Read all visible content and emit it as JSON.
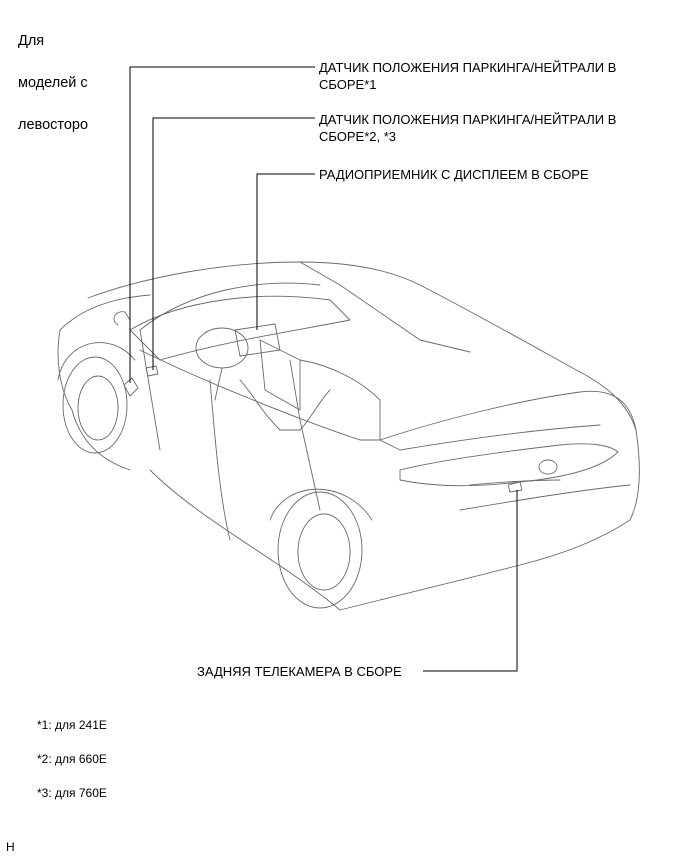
{
  "header": {
    "line1": "Для",
    "line2": "моделей с",
    "line3": "левосторо"
  },
  "callouts": {
    "park_sensor_1": "ДАТЧИК ПОЛОЖЕНИЯ ПАРКИНГА/НЕЙТРАЛИ В\nСБОРЕ*1",
    "park_sensor_2": "ДАТЧИК ПОЛОЖЕНИЯ ПАРКИНГА/НЕЙТРАЛИ В\nСБОРЕ*2, *3",
    "radio": "РАДИОПРИЕМНИК С ДИСПЛЕЕМ В СБОРЕ",
    "rear_camera": "ЗАДНЯЯ ТЕЛЕКАМЕРА В СБОРЕ"
  },
  "footnotes": [
    "*1: для 241E",
    "*2: для 660E",
    "*3: для 760E"
  ],
  "corner_mark": "H"
}
